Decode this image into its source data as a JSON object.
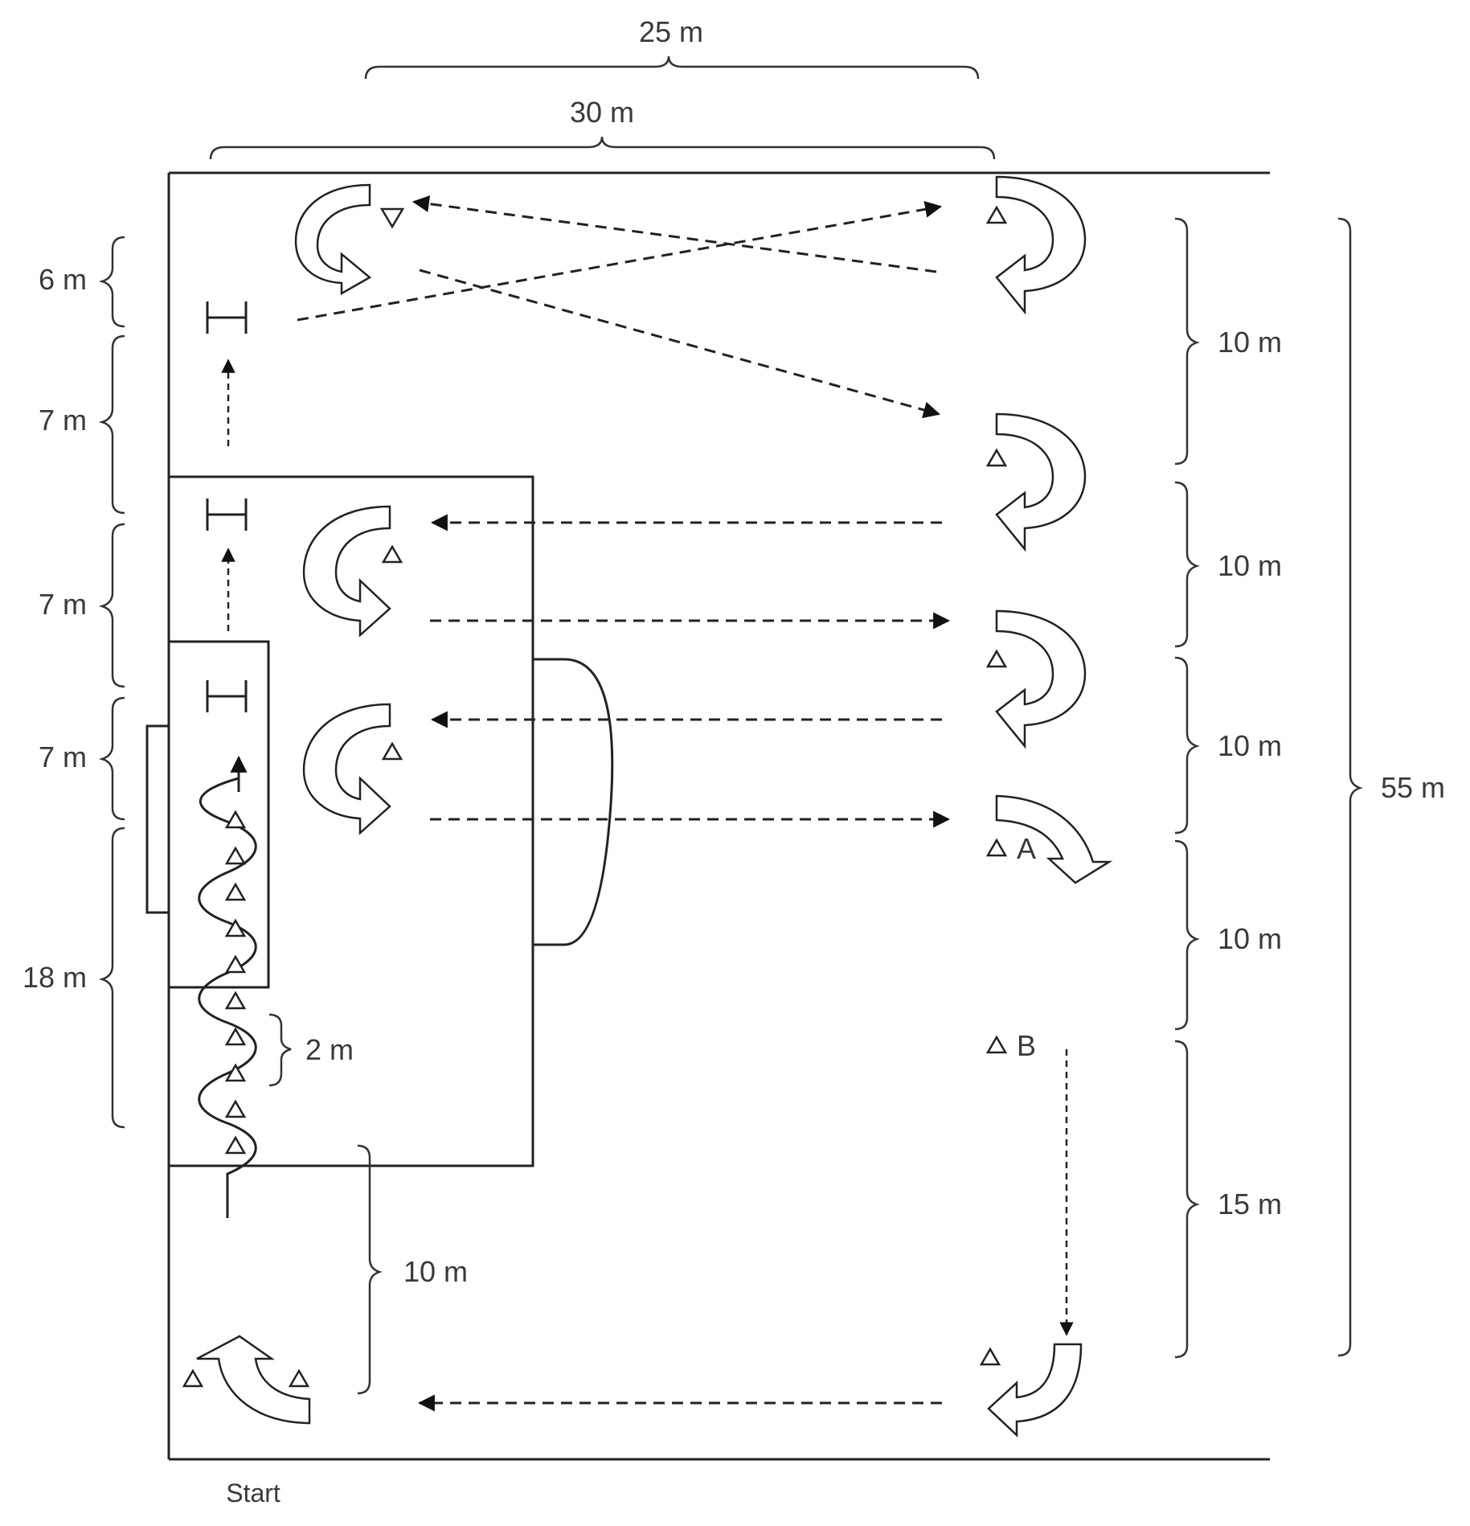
{
  "dimensions": {
    "top_25": "25 m",
    "top_30": "30 m",
    "left_6": "6 m",
    "left_7a": "7 m",
    "left_7b": "7 m",
    "left_7c": "7 m",
    "left_18": "18 m",
    "inner_2": "2 m",
    "inner_10": "10 m",
    "right_10a": "10 m",
    "right_10b": "10 m",
    "right_10c": "10 m",
    "right_10d": "10 m",
    "right_15": "15 m",
    "right_55": "55 m"
  },
  "markers": {
    "cone_a": "A",
    "cone_b": "B"
  },
  "start": "Start"
}
